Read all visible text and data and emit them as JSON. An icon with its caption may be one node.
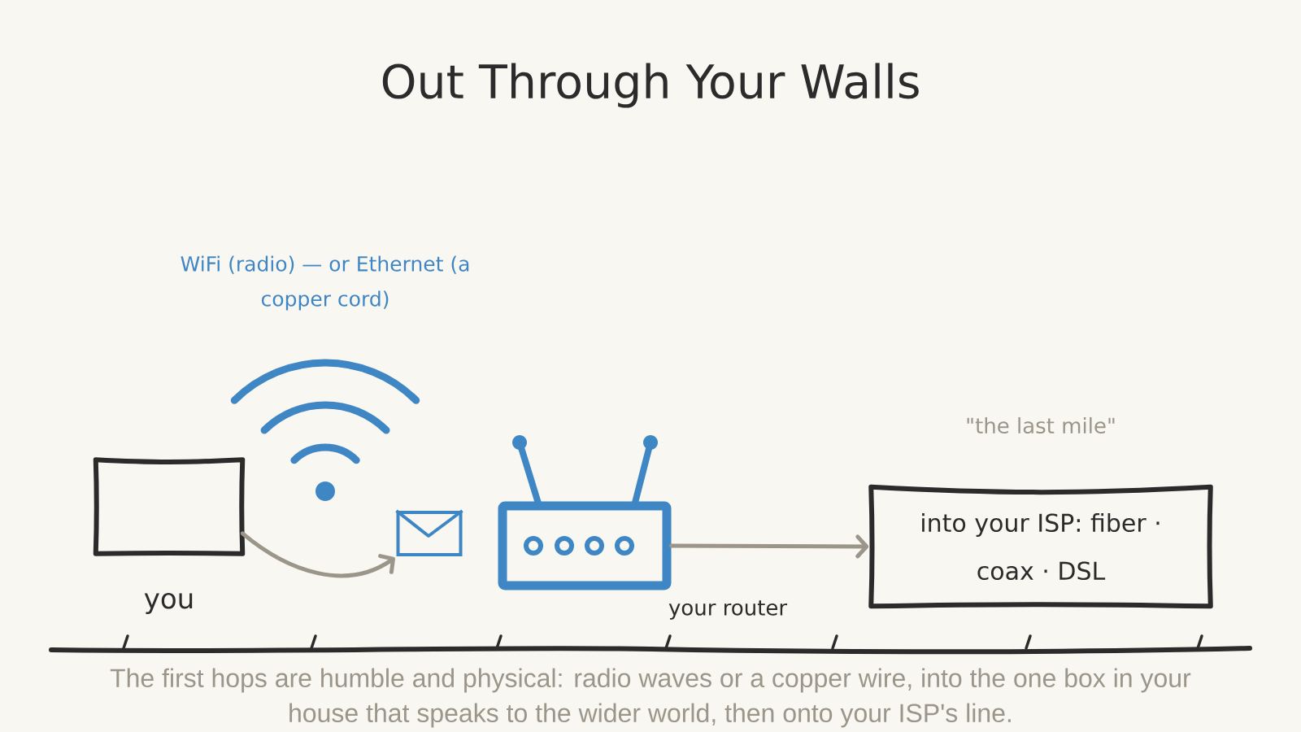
{
  "diagram": {
    "title": "Out Through Your Walls",
    "caption": "The first hops are humble and physical: radio waves or a copper wire, into the one box in your house that speaks to the wider world, then onto your ISP's line.",
    "nodes": [
      {
        "text": [],
        "shape": "box",
        "beside": [
          "you"
        ]
      },
      {
        "text": [],
        "shape": "envelope"
      },
      {
        "text": [],
        "shape": "router",
        "beside": [
          "your router"
        ]
      },
      {
        "text": [
          "into your ISP: fiber · coax · DSL"
        ],
        "beside": [
          "\"the last mile\""
        ]
      }
    ],
    "edges": [
      {
        "from": 0,
        "to": 1,
        "arrow": "to"
      },
      {
        "from": 2,
        "to": 3,
        "arrow": "to"
      }
    ],
    "labels": [
      "WiFi (radio) — or Ethernet (a copper cord)"
    ]
  }
}
